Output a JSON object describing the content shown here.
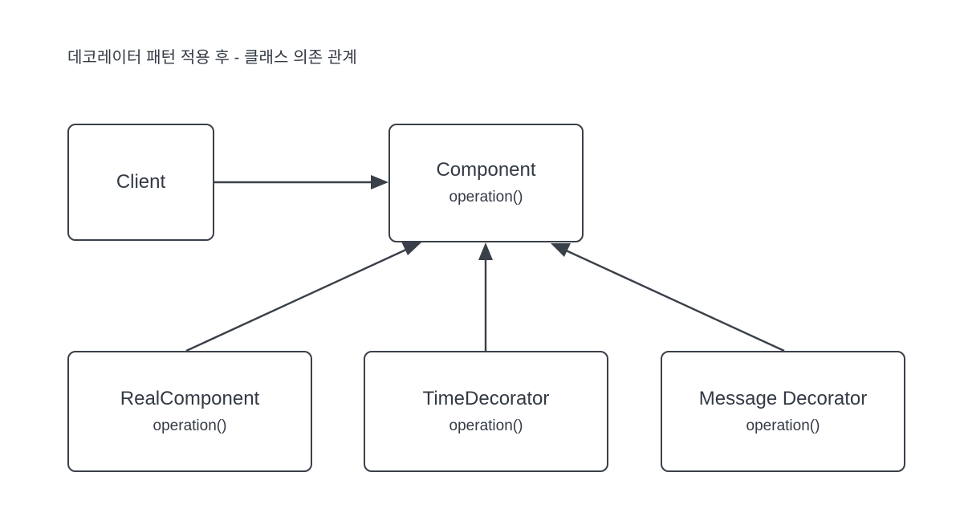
{
  "diagram": {
    "title": "데코레이터 패턴 적용 후 - 클래스 의존 관계",
    "type": "class-dependency-diagram",
    "background_color": "#ffffff",
    "stroke_color": "#3a4049",
    "text_color": "#333a44",
    "nodes": [
      {
        "id": "client",
        "title": "Client",
        "subtitle": ""
      },
      {
        "id": "component",
        "title": "Component",
        "subtitle": "operation()"
      },
      {
        "id": "real",
        "title": "RealComponent",
        "subtitle": "operation()"
      },
      {
        "id": "time",
        "title": "TimeDecorator",
        "subtitle": "operation()"
      },
      {
        "id": "message",
        "title": "Message Decorator",
        "subtitle": "operation()"
      }
    ],
    "edges": [
      {
        "id": "client-to-component",
        "from": "client",
        "to": "component",
        "arrowhead": "filled-triangle",
        "style": "solid"
      },
      {
        "id": "real-to-component",
        "from": "real",
        "to": "component",
        "arrowhead": "filled-triangle",
        "style": "solid"
      },
      {
        "id": "time-to-component",
        "from": "time",
        "to": "component",
        "arrowhead": "filled-triangle",
        "style": "solid"
      },
      {
        "id": "message-to-component",
        "from": "message",
        "to": "component",
        "arrowhead": "filled-triangle",
        "style": "solid"
      }
    ]
  }
}
